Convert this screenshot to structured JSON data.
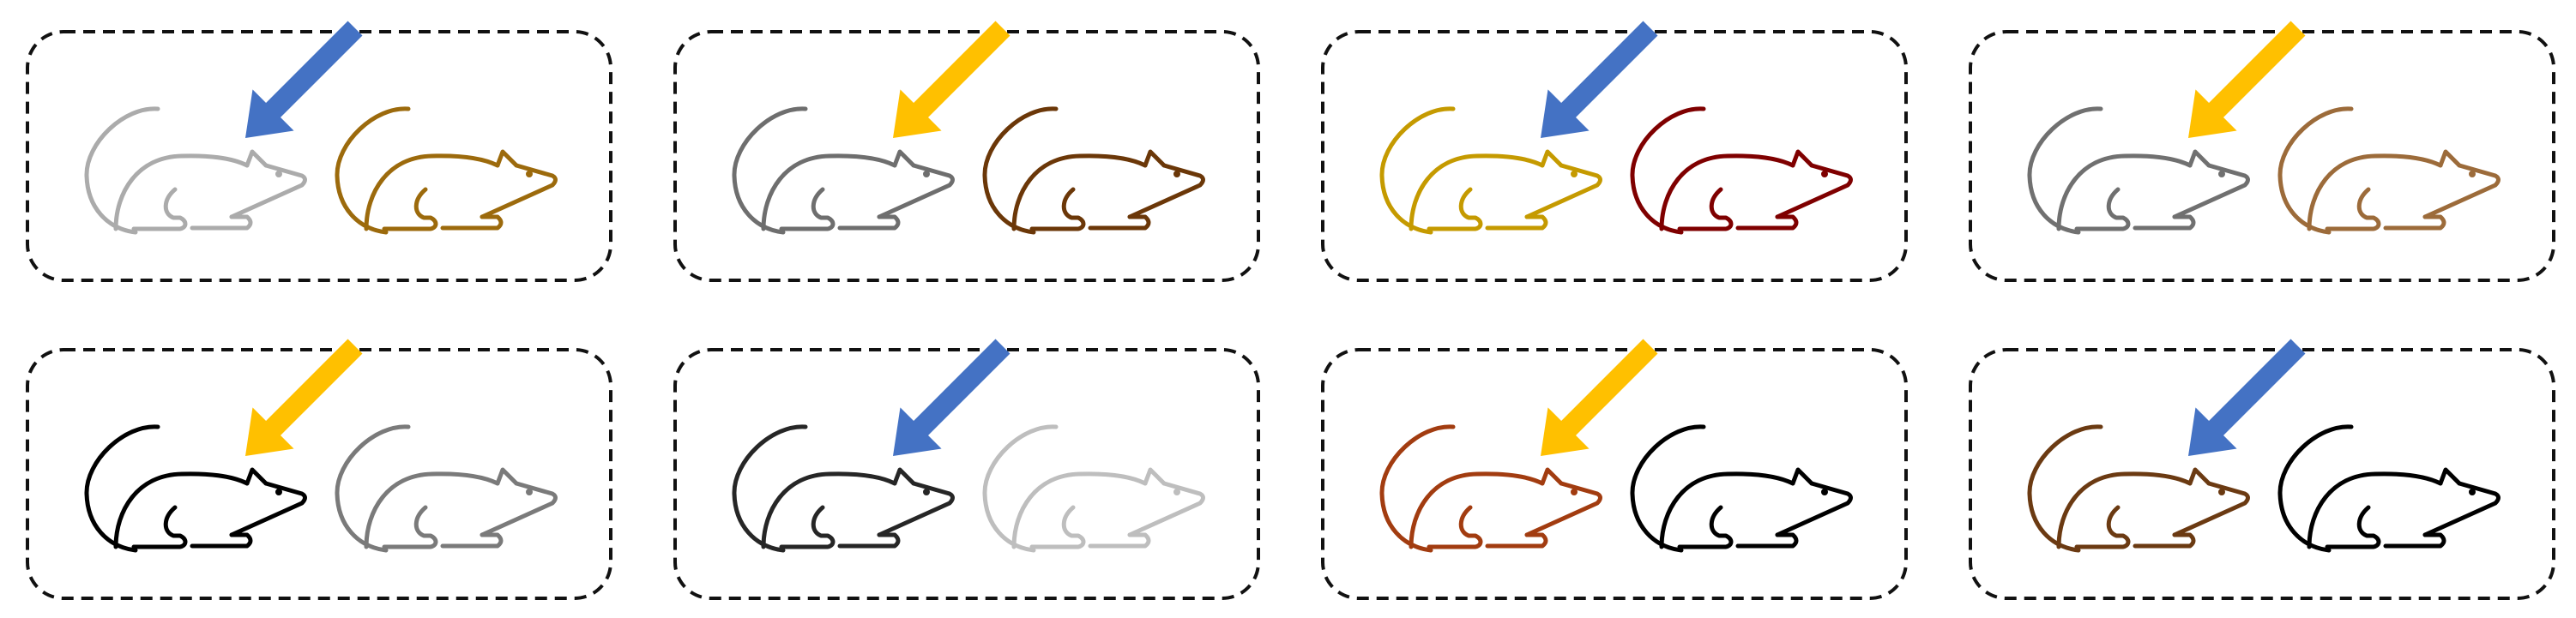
{
  "colors": {
    "arrow_blue": "#4472C4",
    "arrow_yellow": "#FFC000",
    "border": "#111111"
  },
  "panels": [
    {
      "arrow": "blue",
      "mice": [
        {
          "color": "#ABABAB",
          "icon": "mouse-icon"
        },
        {
          "color": "#9C6A0C",
          "icon": "mouse-icon"
        }
      ]
    },
    {
      "arrow": "yellow",
      "mice": [
        {
          "color": "#6E6E6E",
          "icon": "mouse-icon"
        },
        {
          "color": "#6B3708",
          "icon": "mouse-icon"
        }
      ]
    },
    {
      "arrow": "blue",
      "mice": [
        {
          "color": "#C59A00",
          "icon": "mouse-icon"
        },
        {
          "color": "#7F0000",
          "icon": "mouse-icon"
        }
      ]
    },
    {
      "arrow": "yellow",
      "mice": [
        {
          "color": "#707070",
          "icon": "mouse-icon"
        },
        {
          "color": "#9C6B3A",
          "icon": "mouse-icon"
        }
      ]
    },
    {
      "arrow": "yellow",
      "mice": [
        {
          "color": "#000000",
          "icon": "mouse-icon"
        },
        {
          "color": "#7A7A7A",
          "icon": "mouse-icon"
        }
      ]
    },
    {
      "arrow": "blue",
      "mice": [
        {
          "color": "#262626",
          "icon": "mouse-icon"
        },
        {
          "color": "#BEBEBE",
          "icon": "mouse-icon"
        }
      ]
    },
    {
      "arrow": "yellow",
      "mice": [
        {
          "color": "#A23C10",
          "icon": "mouse-icon"
        },
        {
          "color": "#000000",
          "icon": "mouse-icon"
        }
      ]
    },
    {
      "arrow": "blue",
      "mice": [
        {
          "color": "#6B3A12",
          "icon": "mouse-icon"
        },
        {
          "color": "#000000",
          "icon": "mouse-icon"
        }
      ]
    }
  ]
}
